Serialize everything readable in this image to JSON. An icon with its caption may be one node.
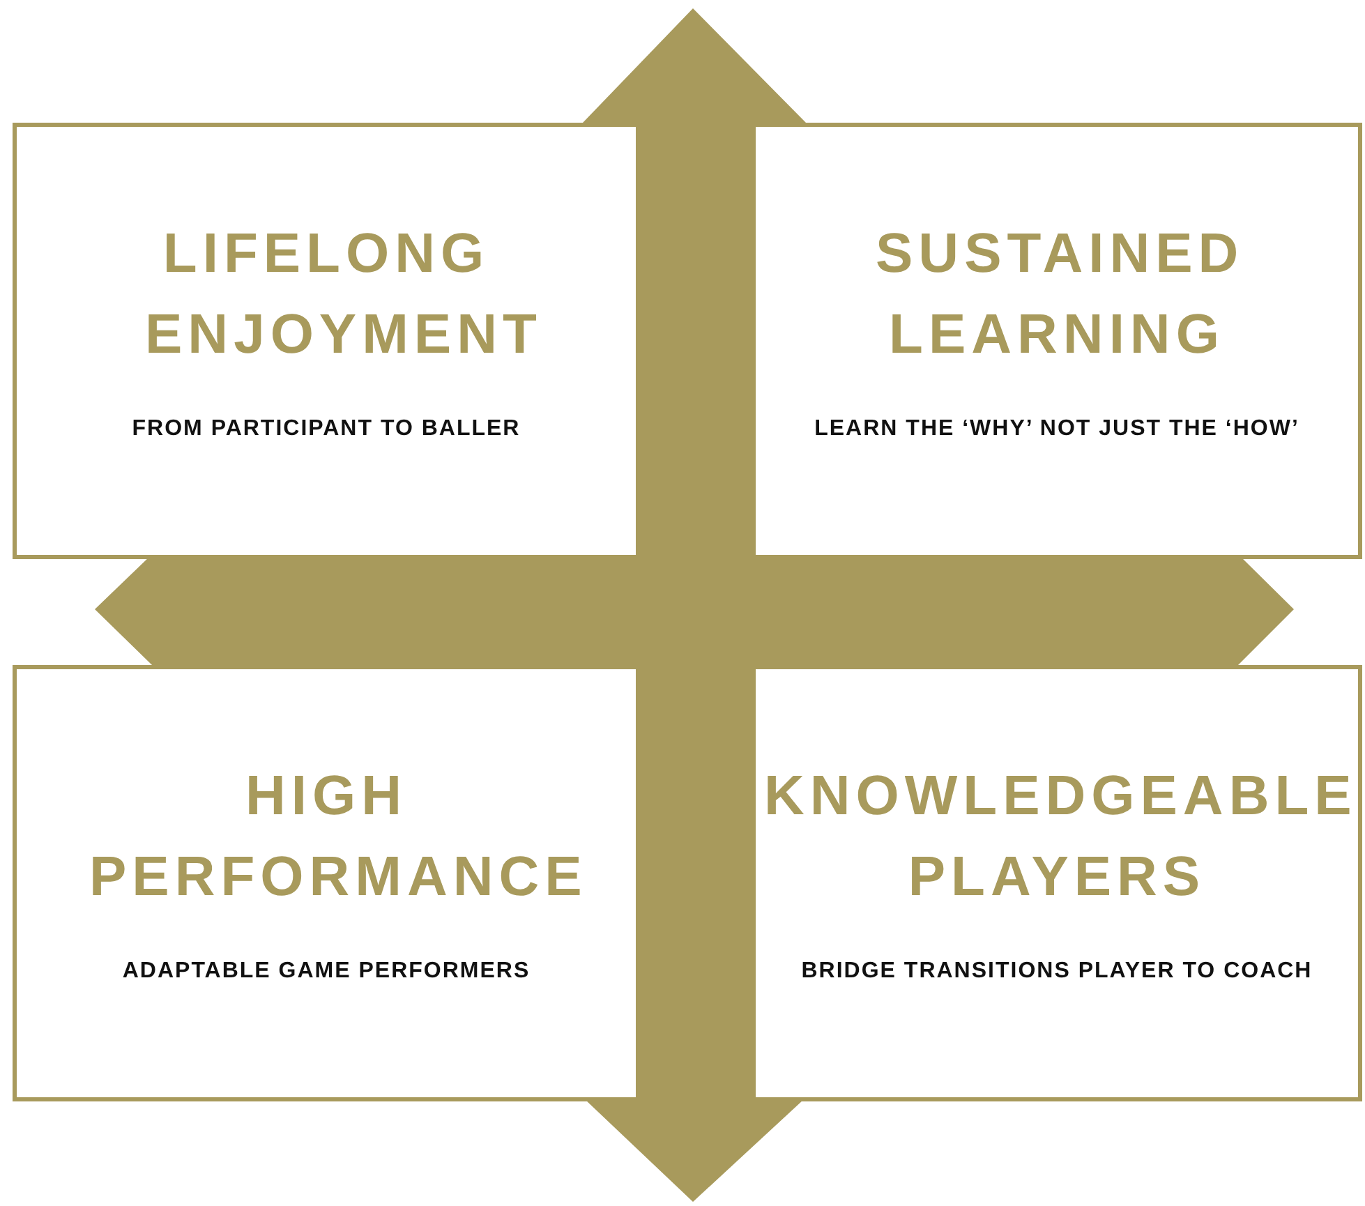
{
  "diagram": {
    "nodes": [
      {
        "text": [
          "LIFELONG ENJOYMENT",
          "FROM PARTICIPANT TO BALLER"
        ]
      },
      {
        "text": [
          "SUSTAINED LEARNING",
          "LEARN THE ‘WHY’ NOT JUST THE ‘HOW’"
        ]
      },
      {
        "text": [
          "HIGH PERFORMANCE",
          "ADAPTABLE GAME PERFORMERS"
        ]
      },
      {
        "text": [
          "KNOWLEDGEABLE PLAYERS",
          "BRIDGE TRANSITIONS PLAYER TO COACH"
        ]
      }
    ]
  }
}
